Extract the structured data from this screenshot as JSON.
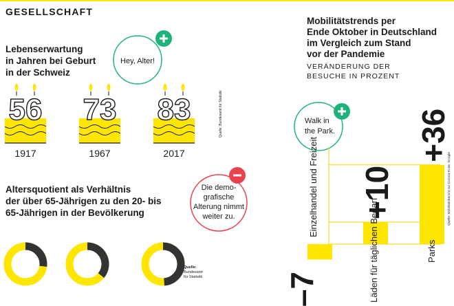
{
  "section_title": "GESELLSCHAFT",
  "colors": {
    "yellow": "#FFE600",
    "green": "#1FB37C",
    "red": "#E8434D",
    "ink": "#1a1a1a",
    "gridline": "#F5D200"
  },
  "life": {
    "title_lines": [
      "Lebenserwartung",
      "in Jahren bei Geburt",
      "in der Schweiz"
    ],
    "bubble": "Hey, Alter!",
    "bubble_icon": "plus-icon",
    "source": "Quelle: Bundesamt für Statistik"
  },
  "ratio": {
    "title_lines": [
      "Altersquotient als Verhältnis",
      "der über 65-Jährigen zu den 20- bis",
      "65-Jährigen in der Bevölkerung"
    ],
    "bubble_lines": [
      "Die demo-",
      "grafische",
      "Alterung nimmt",
      "weiter zu."
    ],
    "bubble_icon": "minus-icon",
    "source_lines": [
      "Quelle:",
      "Bundesamt",
      "für Statistik"
    ]
  },
  "mobility": {
    "title_lines": [
      "Mobilitätstrends per",
      "Ende Oktober in Deutschland",
      "im Vergleich zum Stand",
      "vor der Pandemie"
    ],
    "subtitle_lines": [
      "VERÄNDERUNG DER",
      "BESUCHE IN PROZENT"
    ],
    "bubble_lines": [
      "Walk in",
      "the Park."
    ],
    "bubble_icon": "plus-icon",
    "source": "Quelle: Mobilitätsbericht zur Corona-Krise, Google"
  },
  "chart_data": [
    {
      "type": "bar",
      "title": "Lebenserwartung in Jahren bei Geburt in der Schweiz",
      "categories": [
        "1917",
        "1967",
        "2017"
      ],
      "values": [
        56,
        73,
        83
      ]
    },
    {
      "type": "pie",
      "title": "Altersquotient als Verhältnis der über 65-Jährigen zu den 20- bis 65-Jährigen in der Bevölkerung",
      "series": [
        {
          "values": [
            0.27
          ]
        },
        {
          "values": [
            0.36
          ]
        },
        {
          "values": [
            0.49
          ]
        }
      ]
    },
    {
      "type": "bar",
      "title": "Mobilitätstrends per Ende Oktober in Deutschland im Vergleich zum Stand vor der Pandemie",
      "subtitle": "VERÄNDERUNG DER BESUCHE IN PROZENT",
      "categories": [
        "Einzelhandel und Freizeit",
        "Läden für täglichen Bedarf",
        "Parks"
      ],
      "values": [
        -7,
        10,
        36
      ],
      "value_labels": [
        "–7",
        "+10",
        "+36"
      ]
    }
  ]
}
